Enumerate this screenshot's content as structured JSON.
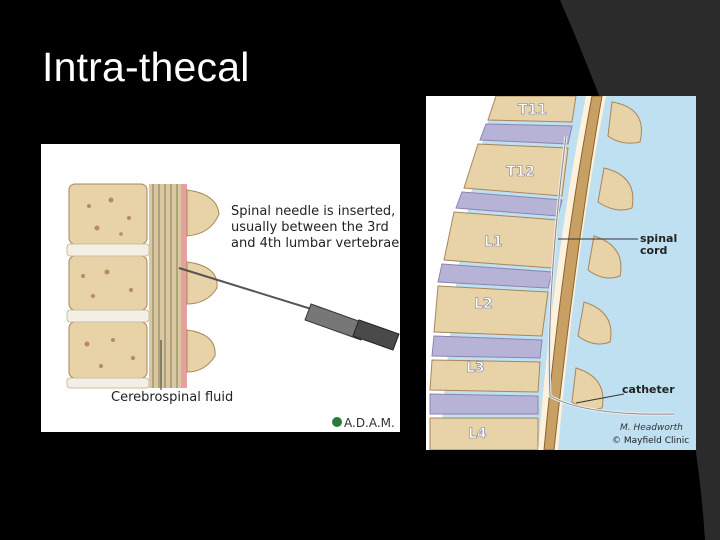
{
  "slide": {
    "title": "Intra-thecal"
  },
  "left_figure": {
    "caption_line1": "Spinal needle is inserted,",
    "caption_line2": "usually between the 3rd",
    "caption_line3": "and 4th lumbar vertebrae",
    "csf_label": "Cerebrospinal fluid",
    "logo_text": "A.D.A.M."
  },
  "right_figure": {
    "vertebrae": [
      "T11",
      "T12",
      "L1",
      "L2",
      "L3",
      "L4"
    ],
    "spinal_cord_label_line1": "spinal",
    "spinal_cord_label_line2": "cord",
    "catheter_label": "catheter",
    "signature": "M. Headworth",
    "credit": "© Mayfield Clinic"
  },
  "colors": {
    "background": "#000000",
    "corner_gray": "#2b2b2b",
    "bone": "#e8d3a8",
    "disc": "#b7b3d6",
    "cord": "#c8a064",
    "csf_blue": "#bfe0f0"
  }
}
